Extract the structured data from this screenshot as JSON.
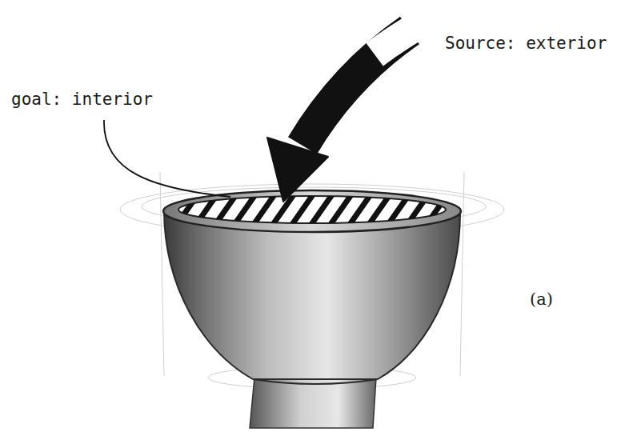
{
  "diagram": {
    "labels": [
      "Source: exterior",
      "goal: interior",
      "(a)"
    ]
  }
}
